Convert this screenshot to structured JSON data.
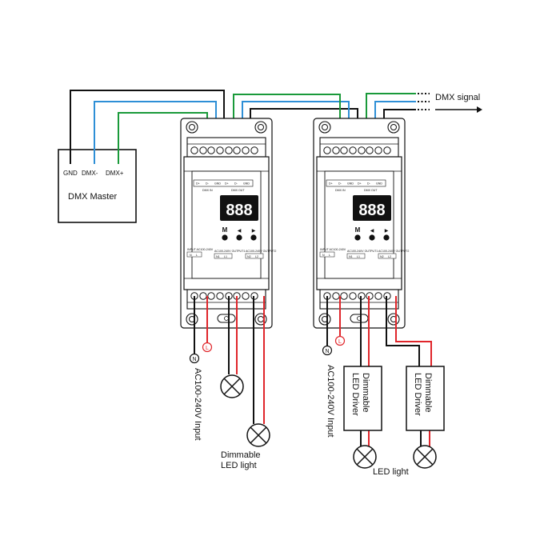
{
  "master": {
    "title": "DMX Master",
    "gnd": "GND",
    "dmx_minus": "DMX-",
    "dmx_plus": "DMX+"
  },
  "signal_label": "DMX signal",
  "controller": {
    "display": "888",
    "m_key": "M",
    "left_key": "◀",
    "right_key": "▶",
    "dmx_pins": [
      "D+",
      "D-",
      "GND",
      "D+",
      "D-",
      "GND"
    ],
    "dmx_in": "DMX IN",
    "dmx_out": "DMX OUT",
    "input_label": "INPUT AC100-240V",
    "out1_label": "AC100-240V OUTPUT1",
    "out2_label": "AC100-240V OUTPUT2",
    "pins_in": [
      "N",
      "L"
    ],
    "pins_o1": [
      "N1",
      "L1"
    ],
    "pins_o2": [
      "N2",
      "L2"
    ]
  },
  "wire_N": "N",
  "wire_L": "L",
  "ac_input": "AC100-240V Input",
  "dimmable_led_light": [
    "Dimmable",
    "LED light"
  ],
  "driver_label": [
    "Dimmable",
    "LED Driver"
  ],
  "led_light": "LED light",
  "colors": {
    "green": "#1a9a3a",
    "blue": "#2e8fd6",
    "black": "#111111",
    "red": "#e0262b"
  }
}
